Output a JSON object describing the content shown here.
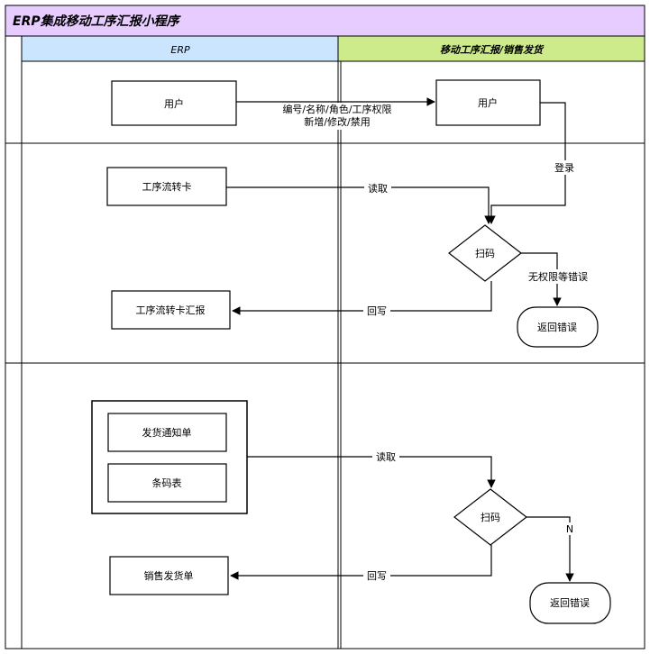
{
  "title": "ERP集成移动工序汇报小程序",
  "lanes": {
    "left": "ERP",
    "right": "移动工序汇报/销售发货"
  },
  "nodes": {
    "user_erp": "用户",
    "user_mobile": "用户",
    "process_card": "工序流转卡",
    "scan1": "扫码",
    "error1": "返回错误",
    "process_card_report": "工序流转卡汇报",
    "ship_notice": "发货通知单",
    "barcode_table": "条码表",
    "scan2": "扫码",
    "error2": "返回错误",
    "sales_delivery": "销售发货单"
  },
  "edges": {
    "sync_line1": "编号/名称/角色/工序权限",
    "sync_line2": "新增/修改/禁用",
    "login": "登录",
    "read1": "读取",
    "no_permission": "无权限等错误",
    "writeback1": "回写",
    "read2": "读取",
    "n_label": "N",
    "writeback2": "回写"
  },
  "colors": {
    "title_bg": "#e6ccff",
    "erp_header_bg": "#cce5ff",
    "mobile_header_bg": "#cdeb8b",
    "stroke": "#000000"
  }
}
